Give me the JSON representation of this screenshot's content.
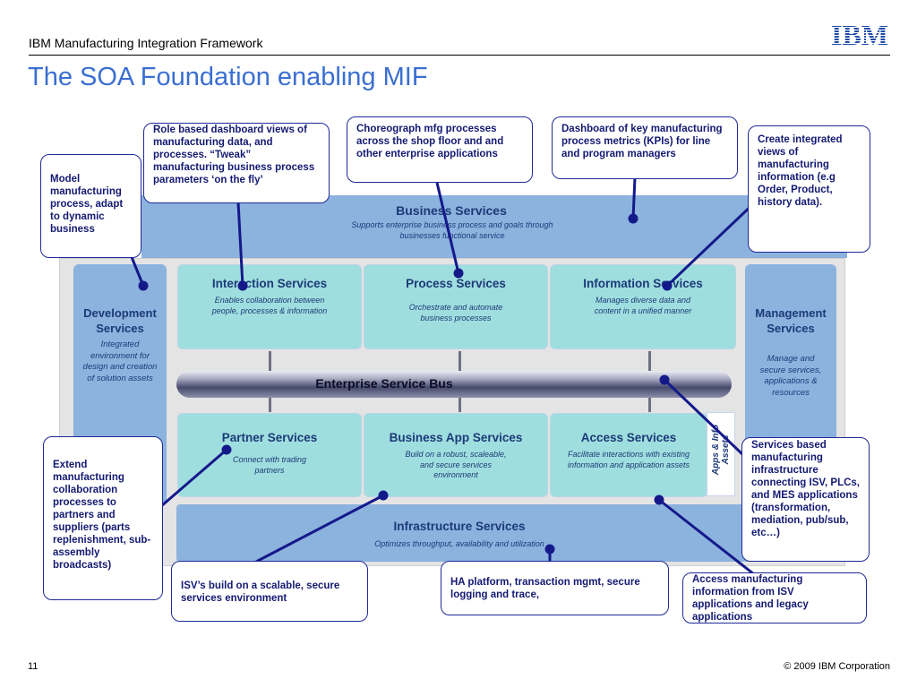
{
  "header": {
    "subtitle": "IBM Manufacturing Integration Framework",
    "title": "The SOA Foundation enabling MIF",
    "logo_text": "IBM"
  },
  "diagram": {
    "business_services": {
      "title": "Business Services",
      "subtitle": "Supports enterprise business process and goals through businesses functional service"
    },
    "development_services": {
      "title": "Development Services",
      "subtitle": "Integrated environment for design and creation of solution assets"
    },
    "management_services": {
      "title": "Management Services",
      "subtitle": "Manage and secure services, applications & resources"
    },
    "interaction_services": {
      "title": "Interaction Services",
      "subtitle": "Enables collaboration between people, processes & information"
    },
    "process_services": {
      "title": "Process Services",
      "subtitle": "Orchestrate and automate business processes"
    },
    "information_services": {
      "title": "Information Services",
      "subtitle": "Manages diverse data and content in a unified manner"
    },
    "enterprise_service_bus": {
      "title": "Enterprise Service Bus"
    },
    "partner_services": {
      "title": "Partner Services",
      "subtitle": "Connect with trading partners"
    },
    "business_app_services": {
      "title": "Business App  Services",
      "subtitle": "Build on a robust, scaleable, and secure services environment"
    },
    "access_services": {
      "title": "Access  Services",
      "subtitle": "Facilitate interactions with existing information and application assets"
    },
    "apps_info_assets": {
      "title": "Apps & Info Assets"
    },
    "infrastructure_services": {
      "title": "Infrastructure Services",
      "subtitle": "Optimizes throughput, availability and utilization"
    }
  },
  "callouts": {
    "role_based": "Role based dashboard views of manufacturing data, and processes.  “Tweak” manufacturing business process parameters ‘on the fly’",
    "choreograph": "Choreograph mfg processes across the shop floor and and other enterprise applications",
    "dashboard": "Dashboard of key manufacturing process metrics (KPIs) for line and program managers",
    "create_views": "Create integrated views of manufacturing information (e.g Order, Product, history  data).",
    "model": "Model manufacturing process,  adapt to dynamic business",
    "extend": "Extend manufacturing collaboration processes  to partners and suppliers  (parts replenishment, sub-assembly broadcasts)",
    "services_based": "Services based manufacturing infrastructure connecting ISV, PLCs, and MES applications (transformation, mediation, pub/sub,  etc…)",
    "isv_build": "ISV’s build on a scalable, secure services  environment",
    "ha_platform": "HA  platform, transaction  mgmt, secure logging and trace,",
    "access_mfg": "Access  manufacturing information from ISV applications and legacy applications"
  },
  "footer": {
    "page_number": "11",
    "copyright": "© 2009 IBM Corporation"
  },
  "colors": {
    "title_blue": "#3b6fd1",
    "callout_border": "#1f2a96",
    "service_teal": "#9fdede",
    "layer_blue": "#8cb2de"
  }
}
